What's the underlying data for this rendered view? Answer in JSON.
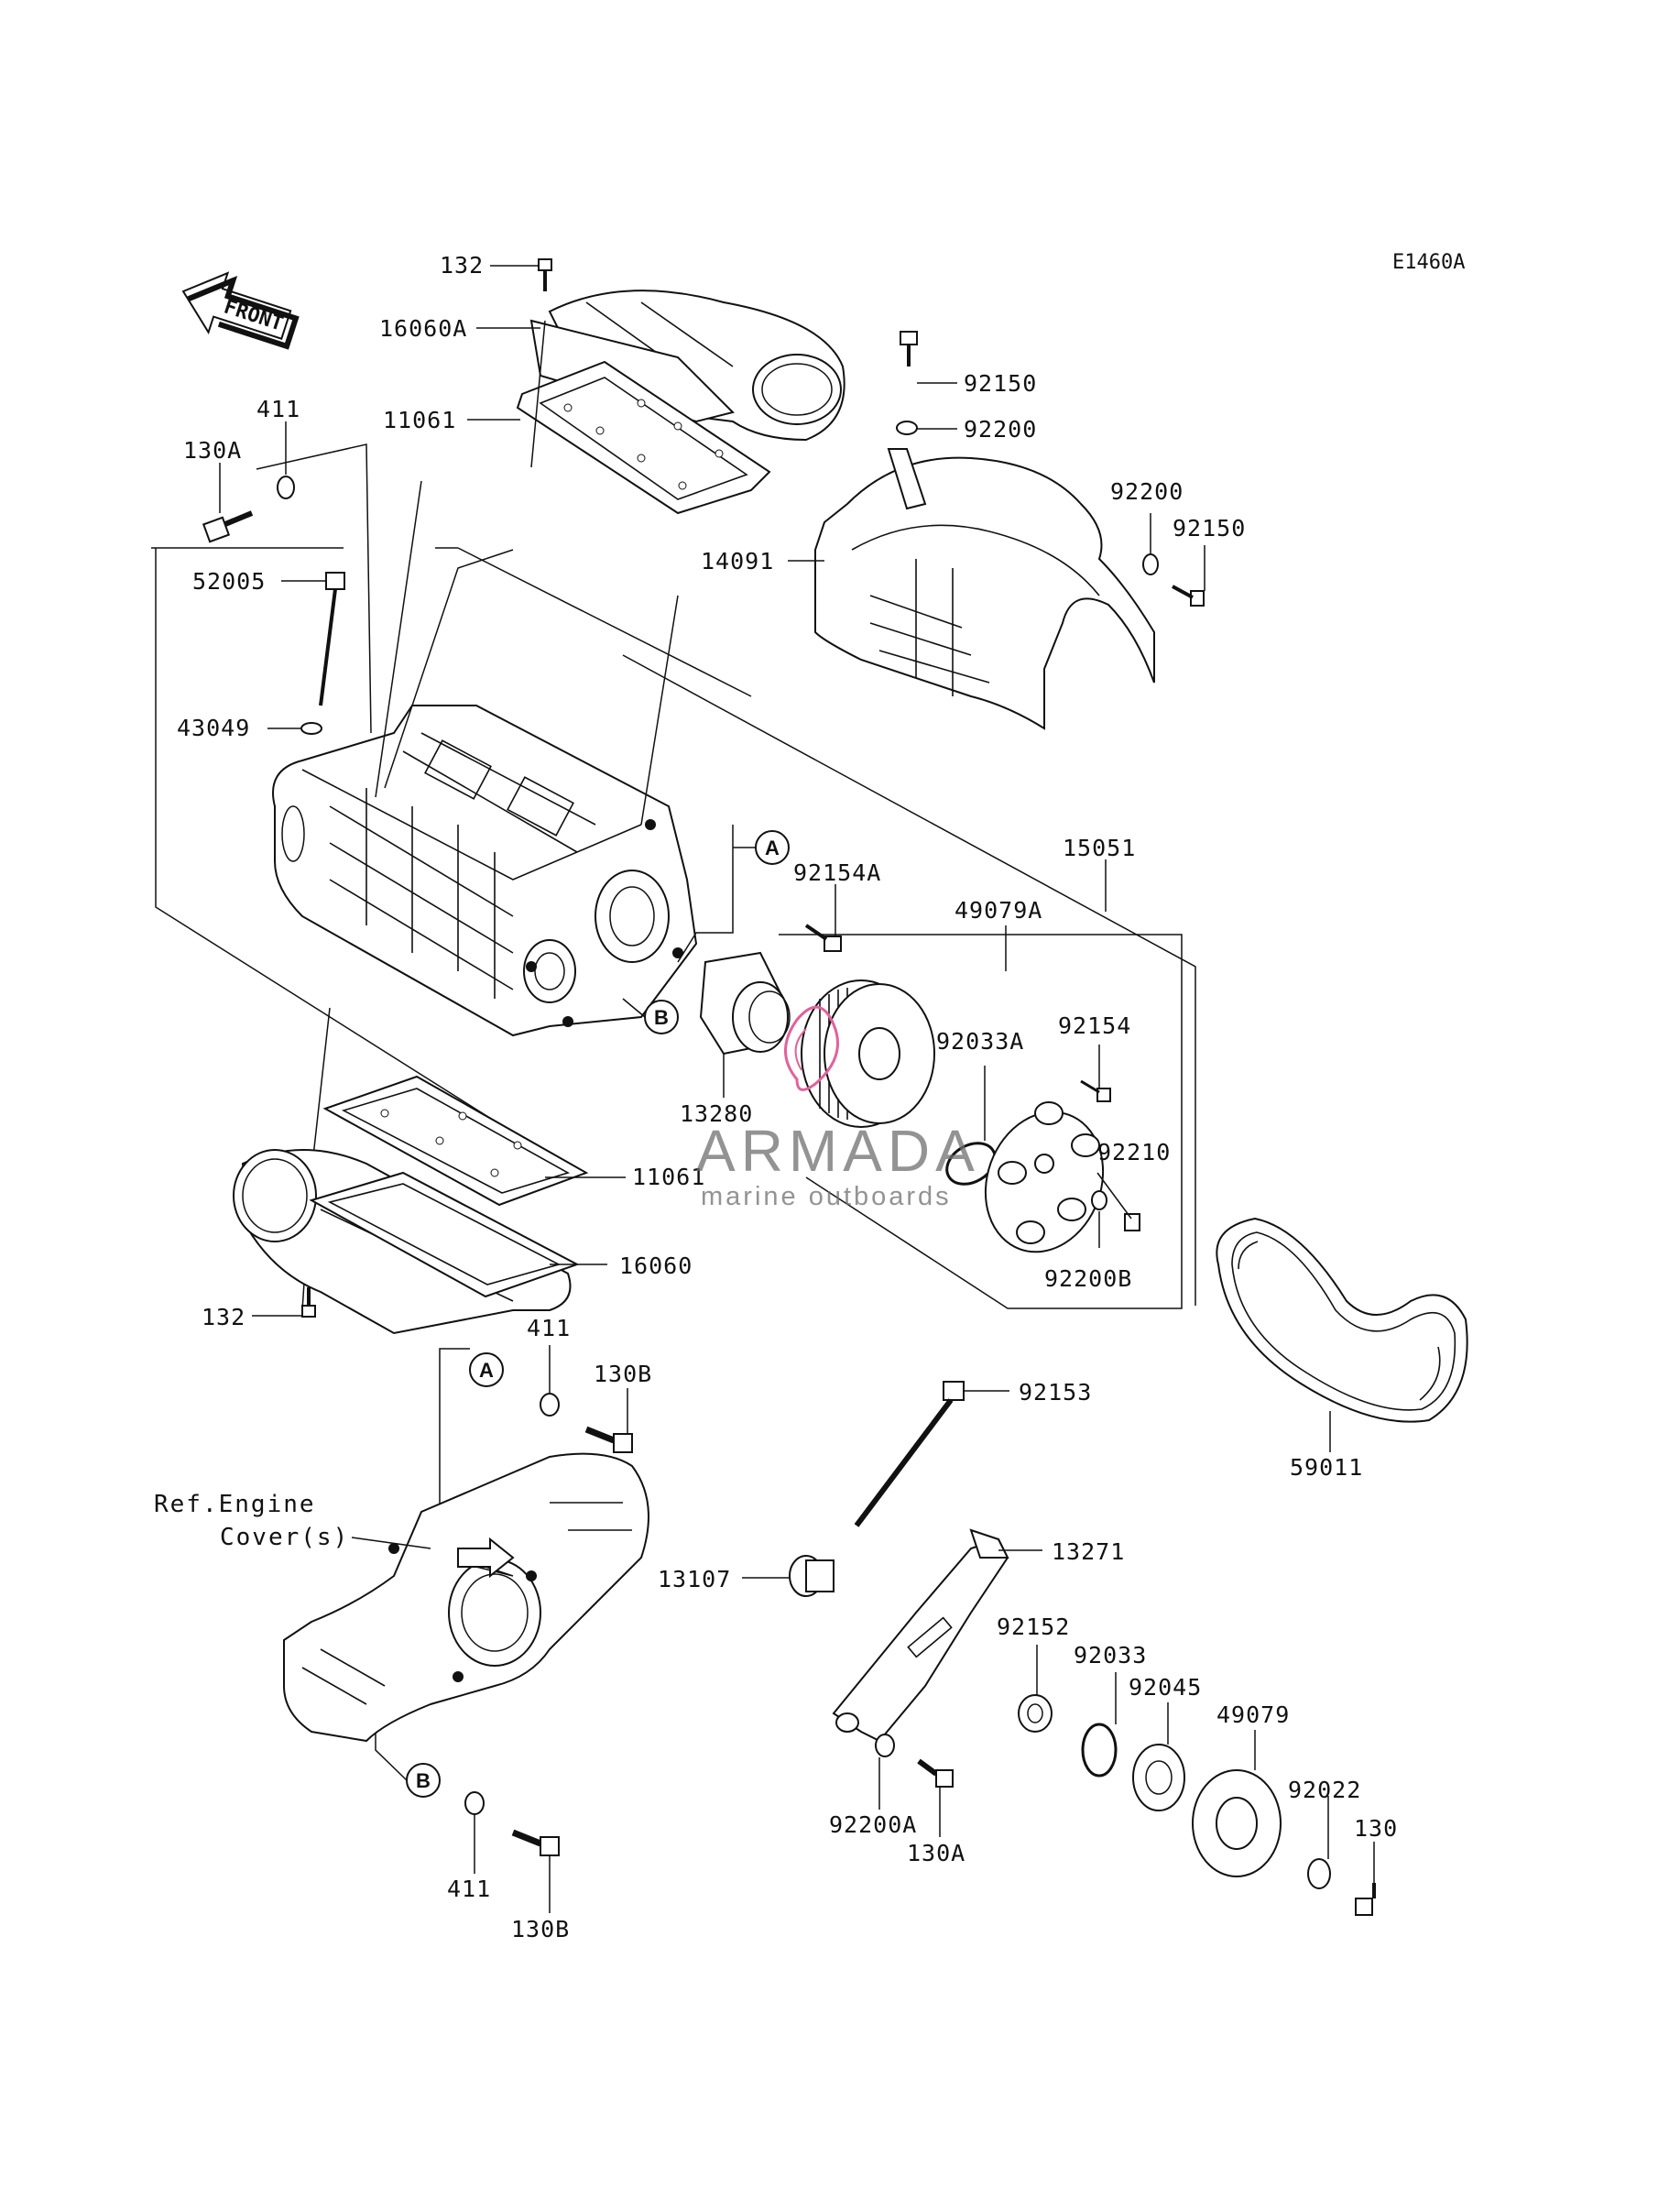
{
  "diagram_code": "E1460A",
  "front_label": "FRONT",
  "reference_note": [
    "Ref.Engine",
    "Cover(s)"
  ],
  "callout_letters": {
    "a": "A",
    "b": "B"
  },
  "watermark": {
    "main": "ARMADA",
    "sub": "marine outboards",
    "accent_color": "#e0639b",
    "text_color": "#6f6f6f"
  },
  "part_numbers": {
    "p132_top": "132",
    "p16060A": "16060A",
    "p11061_top": "11061",
    "p411_top": "411",
    "p130A_top": "130A",
    "p52005": "52005",
    "p43049": "43049",
    "p92150_top": "92150",
    "p92200_top": "92200",
    "p14091": "14091",
    "p92200_right": "92200",
    "p92150_right": "92150",
    "p15051": "15051",
    "p92154A": "92154A",
    "p49079A": "49079A",
    "p92154": "92154",
    "p92033A": "92033A",
    "p13280": "13280",
    "p92210": "92210",
    "p11061_bottom": "11061",
    "p92200B": "92200B",
    "p16060": "16060",
    "p132_bottom": "132",
    "p411_mid": "411",
    "p130B_top": "130B",
    "p92153": "92153",
    "p59011": "59011",
    "p13271": "13271",
    "p13107": "13107",
    "p92152": "92152",
    "p92033": "92033",
    "p92045": "92045",
    "p49079": "49079",
    "p92022": "92022",
    "p130": "130",
    "p92200A": "92200A",
    "p130A_bottom": "130A",
    "p411_bottom": "411",
    "p130B_bottom": "130B"
  }
}
